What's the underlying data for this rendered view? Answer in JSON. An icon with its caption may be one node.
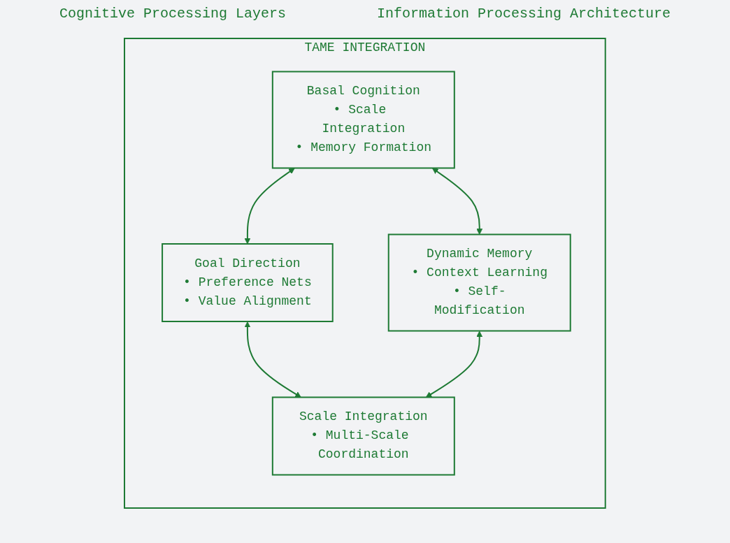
{
  "diagram": {
    "nodes": [
      {
        "text": [
          "TAME INTEGRATION"
        ]
      },
      {
        "text": [
          "Basal Cognition",
          "• Scale Integration",
          "• Memory Formation"
        ],
        "in": 0
      },
      {
        "text": [
          "Goal Direction",
          "• Preference Nets",
          "• Value Alignment"
        ],
        "in": 0
      },
      {
        "text": [
          "Dynamic Memory",
          "• Context Learning",
          "• Self-Modification"
        ],
        "in": 0
      },
      {
        "text": [
          "Scale Integration",
          "• Multi-Scale Coordination"
        ],
        "in": 0
      }
    ],
    "edges": [
      {
        "from": 1,
        "to": 2,
        "arrow": "both"
      },
      {
        "from": 1,
        "to": 3,
        "arrow": "both"
      },
      {
        "from": 2,
        "to": 4,
        "arrow": "both"
      },
      {
        "from": 3,
        "to": 4,
        "arrow": "both"
      }
    ],
    "labels": [
      "Cognitive Processing Layers",
      "Information Processing Architecture"
    ]
  }
}
